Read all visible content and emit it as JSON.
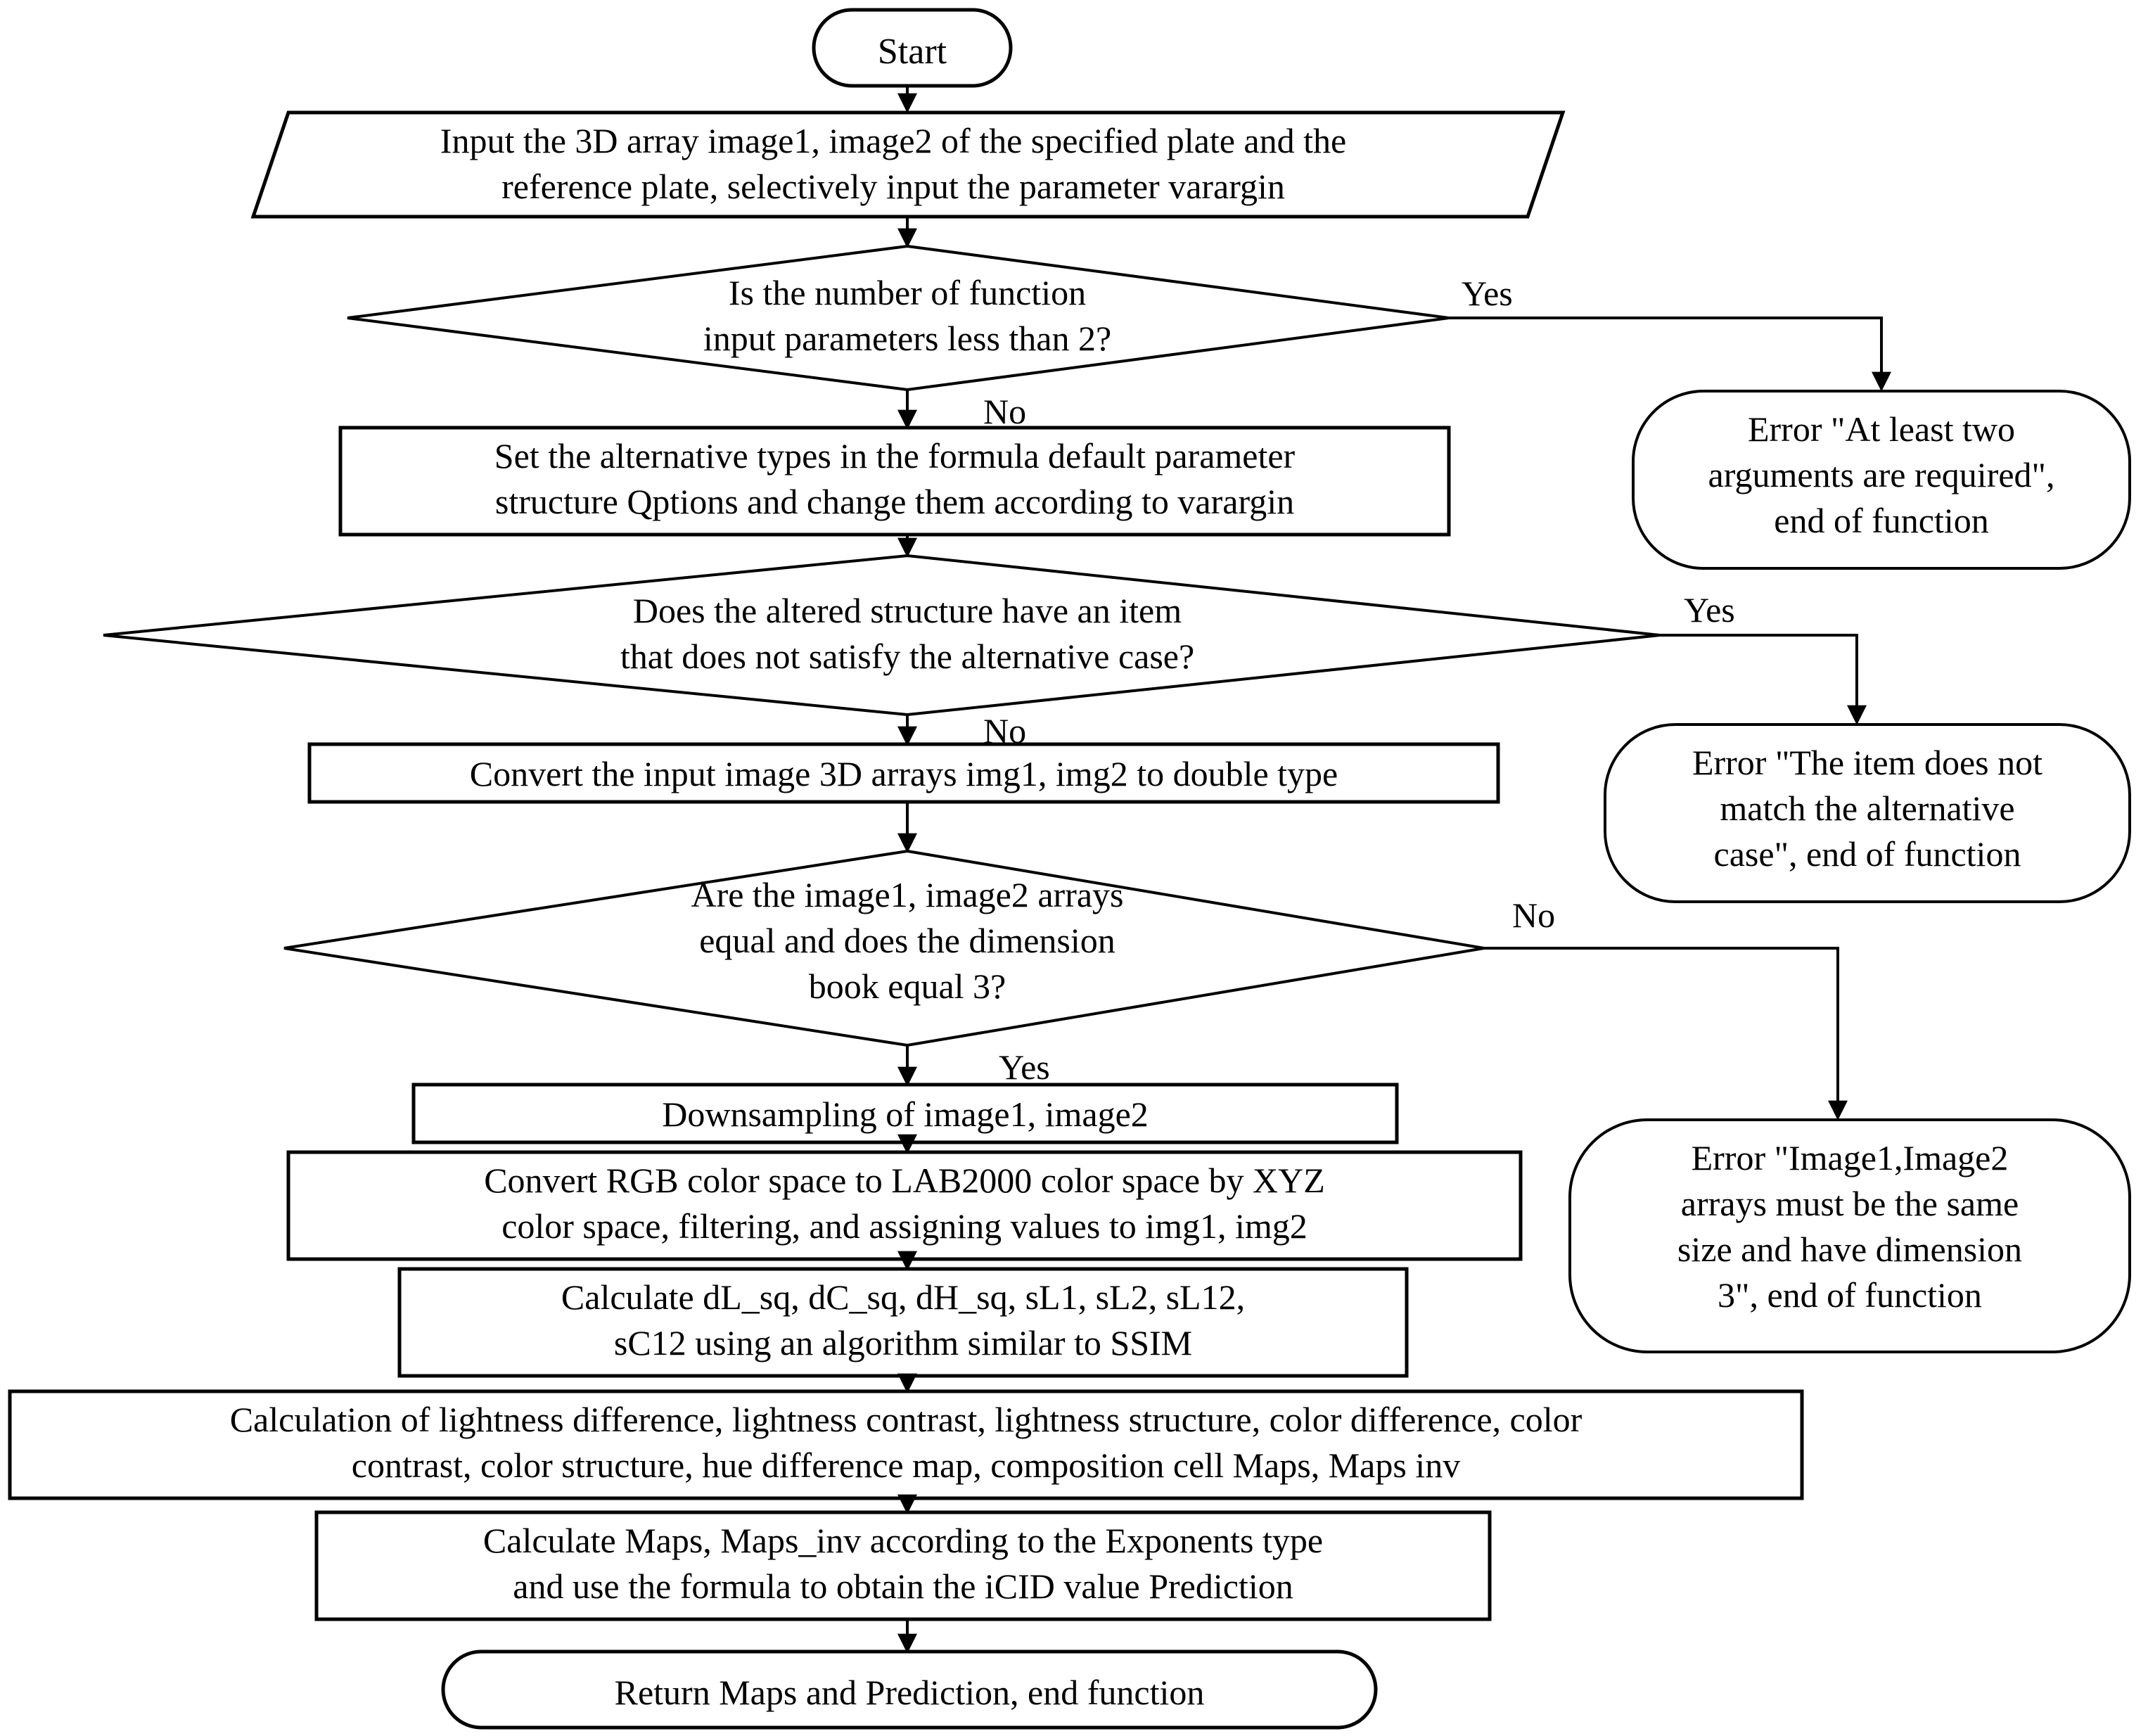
{
  "diagram": {
    "title": "iCID function flowchart",
    "type": "flowchart",
    "background_color": "#ffffff",
    "line_color": "#000000",
    "text_color": "#000000"
  },
  "nodes": {
    "start": {
      "shape": "terminator",
      "text": "Start"
    },
    "input_arrays": {
      "shape": "parallelogram",
      "text": "Input the 3D array image1, image2  of the specified plate and the\nreference plate, selectively  input the parameter varargin"
    },
    "decision_param_count": {
      "shape": "diamond",
      "text": "Is the number of function\ninput parameters less than 2?"
    },
    "error_two_arguments": {
      "shape": "terminator",
      "text": "Error \"At least two\narguments are required\",\nend of function"
    },
    "set_alternative_types": {
      "shape": "process",
      "text": "Set the alternative  types in the formula  default parameter\nstructure Qptions and change them according to varargin"
    },
    "decision_alternative_case": {
      "shape": "diamond",
      "text": "Does the altered structure have an item\nthat does not satisfy the alternative  case?"
    },
    "error_item_mismatch": {
      "shape": "terminator",
      "text": "Error \"The item  does not\nmatch the alternative\ncase\", end of function"
    },
    "convert_double": {
      "shape": "process",
      "text": "Convert the input image  3D arrays img1,  img2  to double type"
    },
    "decision_arrays_equal": {
      "shape": "diamond",
      "text": "Are the image1, image2  arrays\nequal and does the dimension\nbook equal 3?"
    },
    "error_size_dimension": {
      "shape": "terminator",
      "text": "Error \"Image1,Image2\narrays must be the same\nsize and have dimension\n3\", end of function"
    },
    "downsampling": {
      "shape": "process",
      "text": "Downsampling  of image1, image2"
    },
    "convert_colorspace": {
      "shape": "process",
      "text": "Convert RGB color space to LAB2000  color space by XYZ\ncolor space, filtering,  and assigning values to img1, img2"
    },
    "calculate_ssim_terms": {
      "shape": "process",
      "text": "Calculate  dL_sq, dC_sq, dH_sq, sL1, sL2, sL12,\nsC12 using an algorithm  similar  to SSIM"
    },
    "calculation_of_lightness": {
      "shape": "process",
      "text": "Calculation  of lightness  difference, lightness contrast, lightness  structure, color difference,  color\ncontrast, color structure,  hue difference map, composition cell Maps, Maps  inv"
    },
    "calculate_maps": {
      "shape": "process",
      "text": "Calculate  Maps, Maps_inv according to the Exponents type\nand use the formula to obtain the iCID value  Prediction"
    },
    "return_end": {
      "shape": "terminator",
      "text": "Return Maps and Prediction, end function"
    }
  },
  "edge_labels": {
    "param_count_yes": "Yes",
    "param_count_no": "No",
    "alternative_case_yes": "Yes",
    "alternative_case_no": "No",
    "arrays_equal_no": "No",
    "arrays_equal_yes": "Yes"
  }
}
